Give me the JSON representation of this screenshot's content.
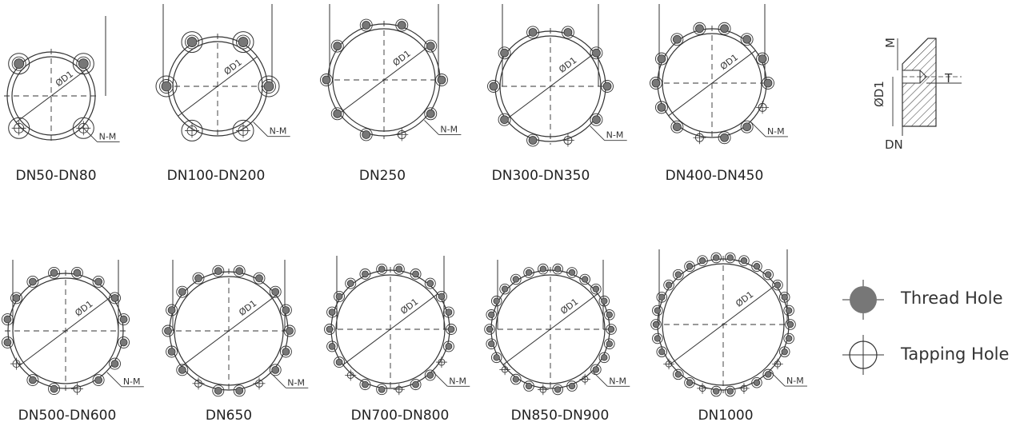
{
  "diagrams": [
    {
      "caption": "DN50-DN80",
      "holes": 4,
      "style": "lobes",
      "dim": "ØD1",
      "note": "N-M"
    },
    {
      "caption": "DN100-DN200",
      "holes": 6,
      "style": "lobes",
      "dim": "ØD1",
      "note": "N-M"
    },
    {
      "caption": "DN250",
      "holes": 10,
      "style": "ring",
      "dim": "ØD1",
      "note": "N-M"
    },
    {
      "caption": "DN300-DN350",
      "holes": 10,
      "style": "ring",
      "dim": "ØD1",
      "note": "N-M"
    },
    {
      "caption": "DN400-DN450",
      "holes": 14,
      "style": "ring",
      "dim": "ØD1",
      "note": "N-M"
    },
    {
      "caption": "DN500-DN600",
      "holes": 16,
      "style": "ring",
      "dim": "ØD1",
      "note": "N-M"
    },
    {
      "caption": "DN650",
      "holes": 18,
      "style": "ring",
      "dim": "ØD1",
      "note": "N-M"
    },
    {
      "caption": "DN700-DN800",
      "holes": 22,
      "style": "ring",
      "dim": "ØD1",
      "note": "N-M"
    },
    {
      "caption": "DN850-DN900",
      "holes": 26,
      "style": "ring",
      "dim": "ØD1",
      "note": "N-M"
    },
    {
      "caption": "DN1000",
      "holes": 30,
      "style": "ring",
      "dim": "ØD1",
      "note": "N-M"
    }
  ],
  "section": {
    "labels": {
      "m": "M",
      "t": "T",
      "d": "ØD1",
      "dn": "DN"
    }
  },
  "legend": {
    "thread": "Thread Hole",
    "tapping": "Tapping Hole"
  },
  "colors": {
    "line": "#333333",
    "fill": "#777777"
  }
}
